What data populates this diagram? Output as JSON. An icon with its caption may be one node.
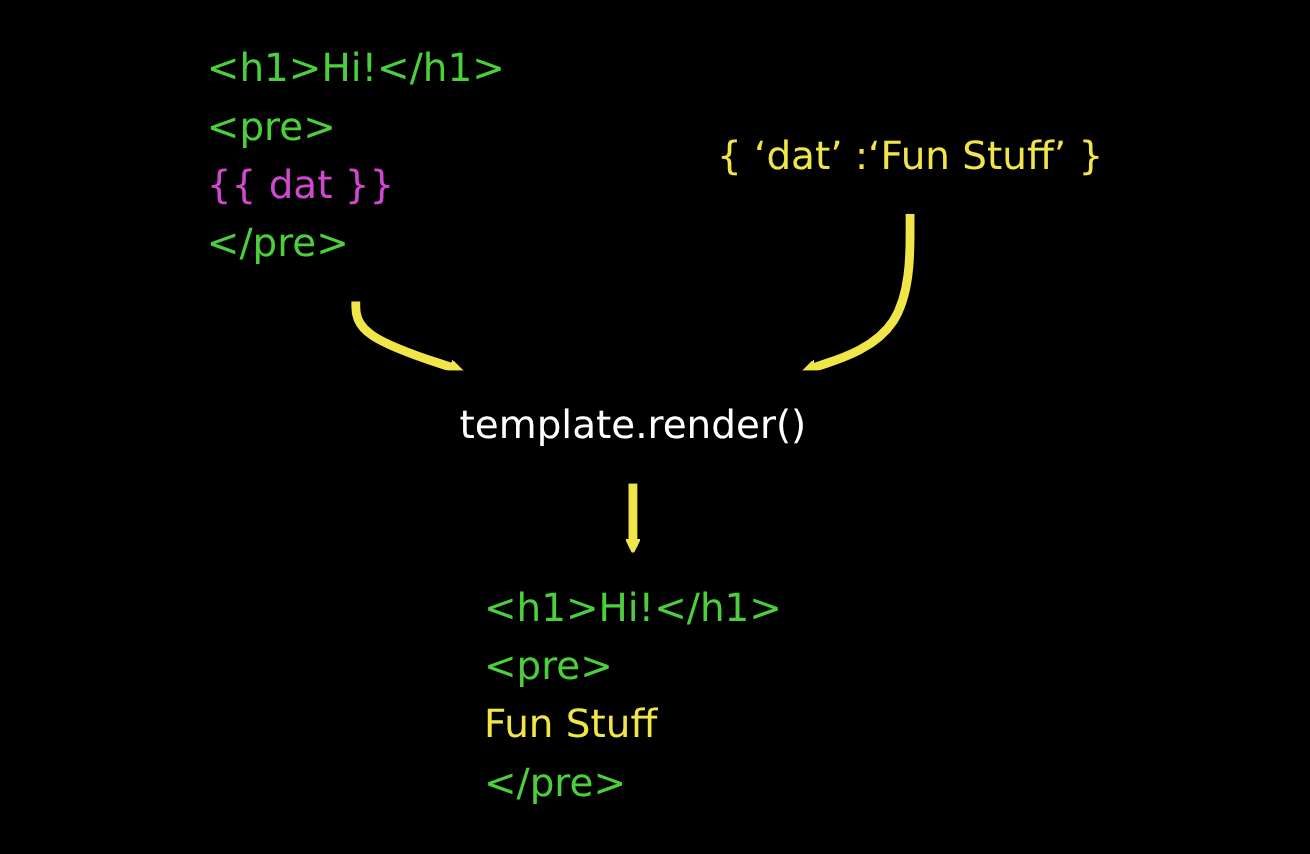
{
  "diagram": {
    "nodes": [
      {
        "text": [
          "<h1>Hi!</h1>",
          "<pre>",
          "{{ dat }}",
          "</pre>"
        ]
      },
      {
        "text": [
          "{ ‘dat’ :‘Fun Stuff’ }"
        ]
      },
      {
        "text": [
          "template.render()"
        ]
      },
      {
        "text": [
          "<h1>Hi!</h1>",
          "<pre>",
          "Fun Stuff",
          "</pre>"
        ]
      }
    ],
    "edges": [
      {
        "from": 0,
        "to": 2,
        "arrow": "to"
      },
      {
        "from": 1,
        "to": 2,
        "arrow": "to"
      },
      {
        "from": 2,
        "to": 3,
        "arrow": "to"
      }
    ]
  }
}
